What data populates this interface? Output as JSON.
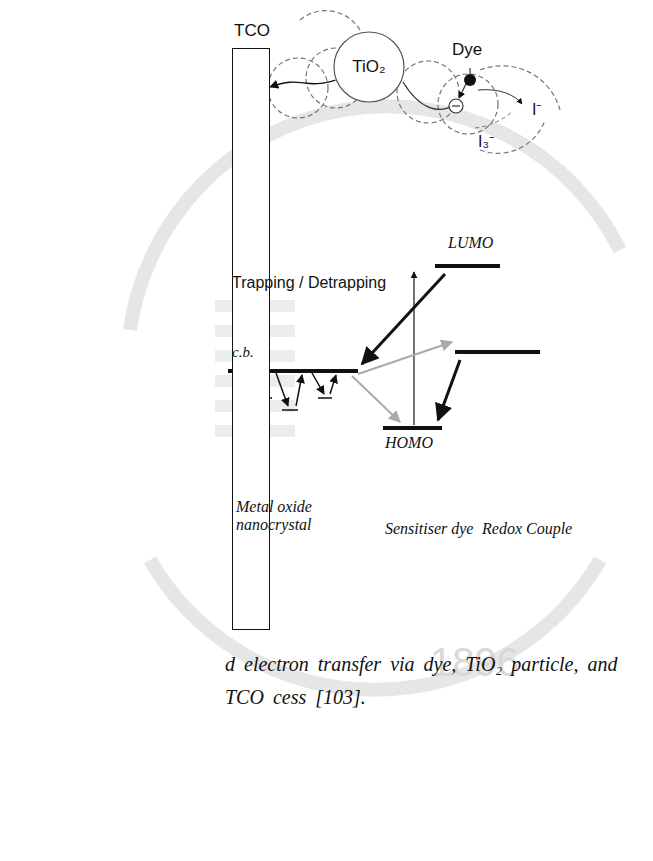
{
  "diagram": {
    "caption": "d electron transfer via dye, TiO₂ particle, and TCO cess [103].",
    "nodes": [
      {
        "text": [
          "TCO"
        ]
      },
      {
        "text": [
          "TiO₂"
        ]
      }
    ],
    "edges": [
      {
        "from": 1,
        "to": 0,
        "arrow": "to"
      }
    ],
    "labels": [
      "Dye",
      "I⁻",
      "I₃⁻",
      "LUMO",
      "Trapping / Detrapping",
      "c.b.",
      "HOMO",
      "Metal oxide nanocrystal",
      "Sensitiser dye",
      "Redox Couple",
      "1896"
    ]
  }
}
